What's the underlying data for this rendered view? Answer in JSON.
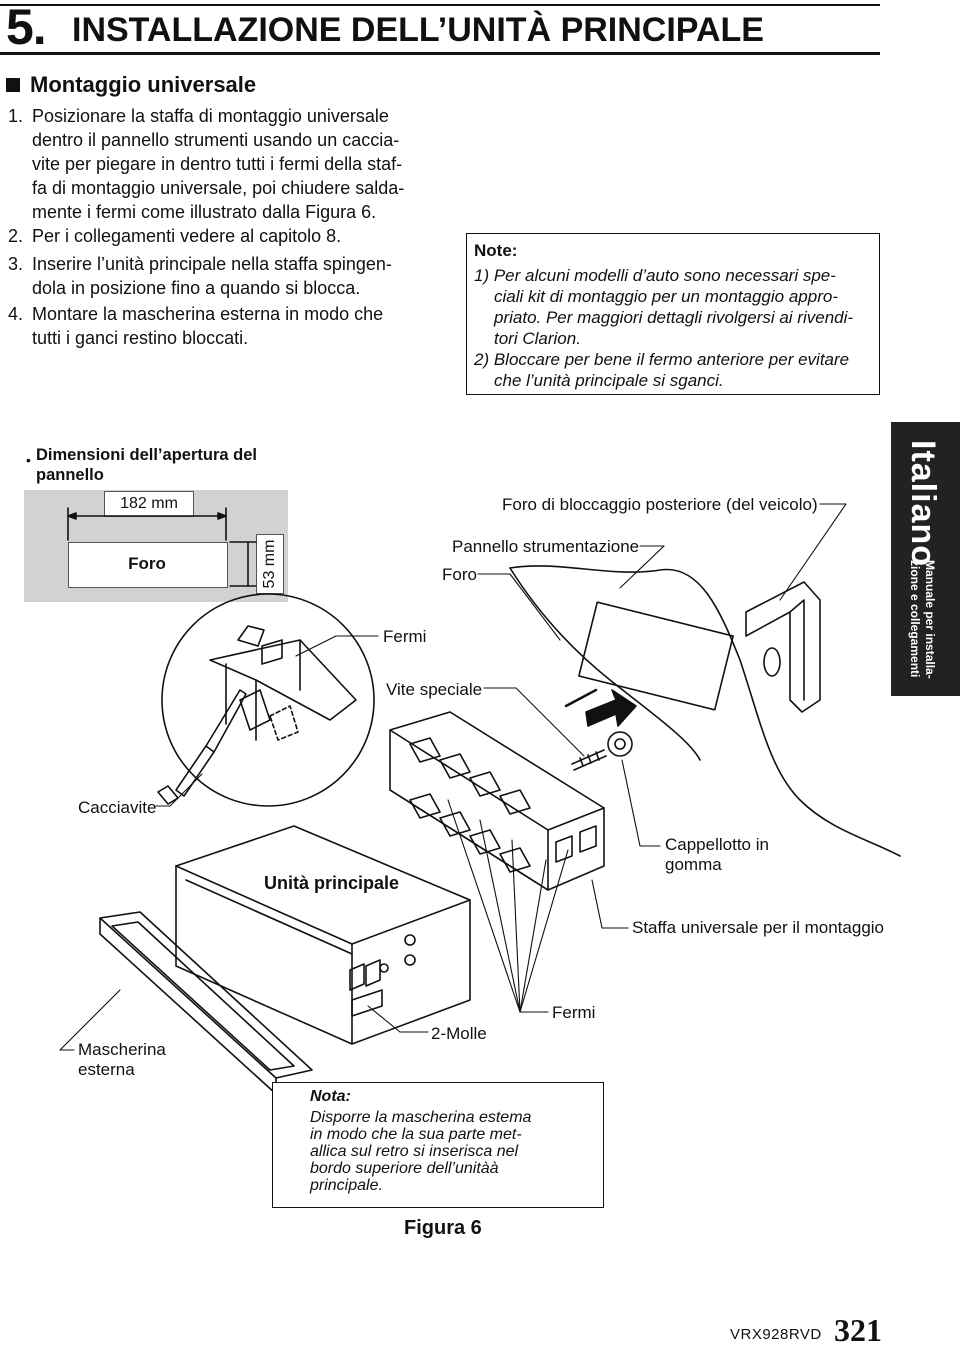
{
  "header": {
    "number": "5.",
    "title": "INSTALLAZIONE DELL’UNITÀ PRINCIPALE"
  },
  "section": {
    "title": "Montaggio universale",
    "steps": [
      {
        "num": "1.",
        "lines": [
          "Posizionare la staffa di montaggio universale",
          "dentro il pannello strumenti usando un caccia-",
          "vite per piegare in dentro tutti i fermi della staf-",
          "fa di montaggio universale, poi chiudere salda-",
          "mente i fermi come illustrato dalla Figura 6."
        ]
      },
      {
        "num": "2.",
        "lines": [
          "Per i collegamenti vedere al capitolo 8."
        ]
      },
      {
        "num": "3.",
        "lines": [
          "Inserire l’unità principale nella staffa spingen-",
          "dola in posizione fino a quando si blocca."
        ]
      },
      {
        "num": "4.",
        "lines": [
          "Montare la mascherina esterna in modo che",
          "tutti i ganci restino bloccati."
        ]
      }
    ]
  },
  "note": {
    "title": "Note:",
    "lines": [
      "1) Per alcuni modelli d’auto sono necessari spe-",
      "ciali kit di montaggio per un montaggio appro-",
      "priato. Per maggiori dettagli rivolgersi ai rivendi-",
      "tori Clarion.",
      "2) Bloccare per bene il fermo anteriore per evitare",
      "che l’unità principale si sganci."
    ]
  },
  "side_tab": {
    "language": "Italiano",
    "subtitle_lines": [
      "Manuale per installa-",
      "zione e collegamenti"
    ]
  },
  "figure": {
    "dims_bullet": "•",
    "dims_title_lines": [
      "Dimensioni dell’apertura del",
      "pannello"
    ],
    "width_dim": "182 mm",
    "height_dim": "53 mm",
    "hole": "Foro",
    "labels": {
      "rear_hole": "Foro di bloccaggio posteriore (del veicolo)",
      "dashboard": "Pannello strumentazione",
      "foro": "Foro",
      "fermi_top": "Fermi",
      "special_screw": "Vite speciale",
      "screwdriver": "Cacciavite",
      "rubber_cap_lines": [
        "Cappellotto in",
        "gomma"
      ],
      "main_unit": "Unità principale",
      "bracket": "Staffa universale per il montaggio",
      "fermi_bottom": "Fermi",
      "springs": "2-Molle",
      "outer_bezel_lines": [
        "Mascherina",
        "esterna"
      ]
    },
    "nota": {
      "title": "Nota:",
      "lines": [
        "Disporre la mascherina estema",
        "in modo che la sua parte met-",
        "allica sul retro si inserisca nel",
        "bordo superiore dell’unitàà",
        "principale."
      ]
    },
    "caption": "Figura 6"
  },
  "footer": {
    "model": "VRX928RVD",
    "page": "321"
  }
}
